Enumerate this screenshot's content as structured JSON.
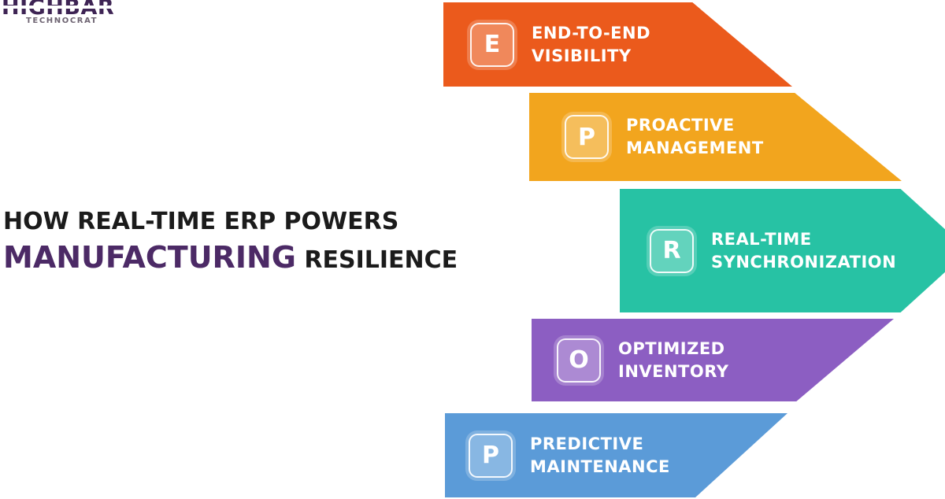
{
  "logo": {
    "brand": "HIGHBAR",
    "subtitle": "TECHNOCRAT",
    "brand_color": "#3E2454",
    "subtitle_color": "#6E6472"
  },
  "title": {
    "line1": "HOW REAL-TIME ERP POWERS",
    "line2_highlight": "MANUFACTURING",
    "line2_rest": " RESILIENCE",
    "text_color": "#1B1B1B",
    "highlight_color": "#4C2A66"
  },
  "banners": [
    {
      "letter": "E",
      "line1": "END-TO-END",
      "line2": "VISIBILITY",
      "color": "#EB5A1C"
    },
    {
      "letter": "P",
      "line1": "PROACTIVE",
      "line2": "MANAGEMENT",
      "color": "#F2A51E"
    },
    {
      "letter": "R",
      "line1": "REAL-TIME",
      "line2": "SYNCHRONIZATION",
      "color": "#27C2A4"
    },
    {
      "letter": "O",
      "line1": "OPTIMIZED",
      "line2": "INVENTORY",
      "color": "#8C5EC2"
    },
    {
      "letter": "P",
      "line1": "PREDICTIVE",
      "line2": "MAINTENANCE",
      "color": "#5B9BD8"
    }
  ]
}
